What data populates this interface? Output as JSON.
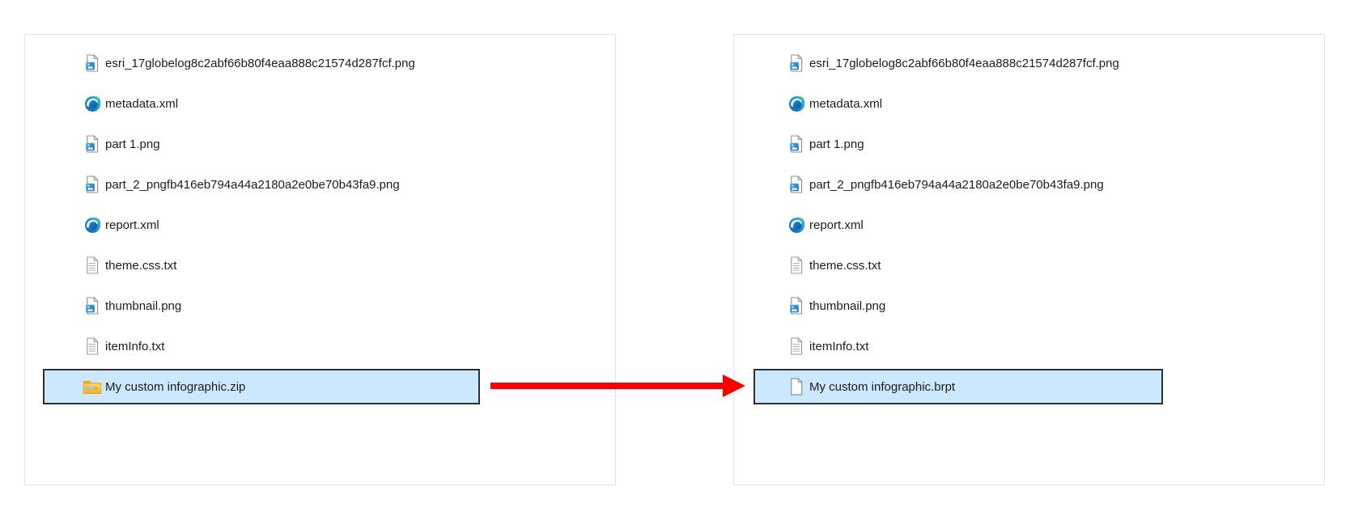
{
  "colors": {
    "selection_fill": "#cce8ff",
    "selection_border": "#2f2f2f",
    "arrow": "#fa0000",
    "panel_border": "#e2e2e2",
    "text": "#1c1c1c"
  },
  "left_panel": {
    "files": [
      {
        "label": "esri_17globelog8c2abf66b80f4eaa888c21574d287fcf.png",
        "icon": "png-image-icon",
        "selected": false
      },
      {
        "label": "metadata.xml",
        "icon": "edge-browser-icon",
        "selected": false
      },
      {
        "label": "part 1.png",
        "icon": "png-image-icon",
        "selected": false
      },
      {
        "label": "part_2_pngfb416eb794a44a2180a2e0be70b43fa9.png",
        "icon": "png-image-icon",
        "selected": false
      },
      {
        "label": "report.xml",
        "icon": "edge-browser-icon",
        "selected": false
      },
      {
        "label": "theme.css.txt",
        "icon": "text-file-icon",
        "selected": false
      },
      {
        "label": "thumbnail.png",
        "icon": "png-image-icon",
        "selected": false
      },
      {
        "label": "itemInfo.txt",
        "icon": "text-file-icon",
        "selected": false
      },
      {
        "label": "My custom infographic.zip",
        "icon": "zip-folder-icon",
        "selected": true
      }
    ]
  },
  "right_panel": {
    "files": [
      {
        "label": "esri_17globelog8c2abf66b80f4eaa888c21574d287fcf.png",
        "icon": "png-image-icon",
        "selected": false
      },
      {
        "label": "metadata.xml",
        "icon": "edge-browser-icon",
        "selected": false
      },
      {
        "label": "part 1.png",
        "icon": "png-image-icon",
        "selected": false
      },
      {
        "label": "part_2_pngfb416eb794a44a2180a2e0be70b43fa9.png",
        "icon": "png-image-icon",
        "selected": false
      },
      {
        "label": "report.xml",
        "icon": "edge-browser-icon",
        "selected": false
      },
      {
        "label": "theme.css.txt",
        "icon": "text-file-icon",
        "selected": false
      },
      {
        "label": "thumbnail.png",
        "icon": "png-image-icon",
        "selected": false
      },
      {
        "label": "itemInfo.txt",
        "icon": "text-file-icon",
        "selected": false
      },
      {
        "label": "My custom infographic.brpt",
        "icon": "blank-file-icon",
        "selected": true
      }
    ]
  },
  "arrow": {
    "direction": "right"
  }
}
